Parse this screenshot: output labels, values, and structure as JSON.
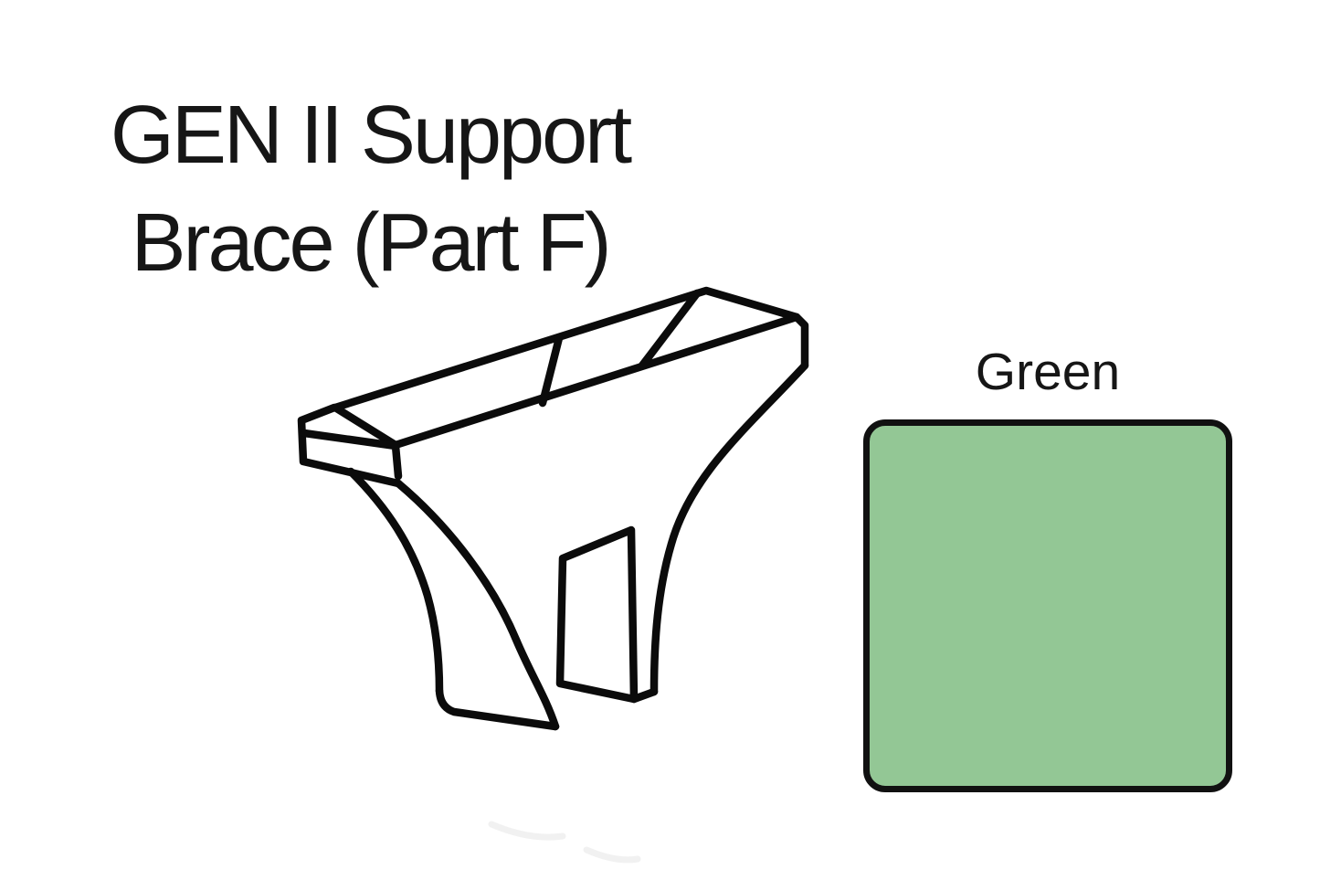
{
  "canvas": {
    "background": "#ffffff"
  },
  "title": {
    "line1": "GEN II Support",
    "line2": "Brace (Part F)"
  },
  "drawing": {
    "description": "Isometric black line drawing of the GEN II support brace (Part F): a top bar with two division marks, an end cap on the left, and two curved legs with feet separated by a notch",
    "stroke": "#0b0b0b"
  },
  "swatch": {
    "label": "Green",
    "fill": "#93C795",
    "border": "#111111"
  }
}
